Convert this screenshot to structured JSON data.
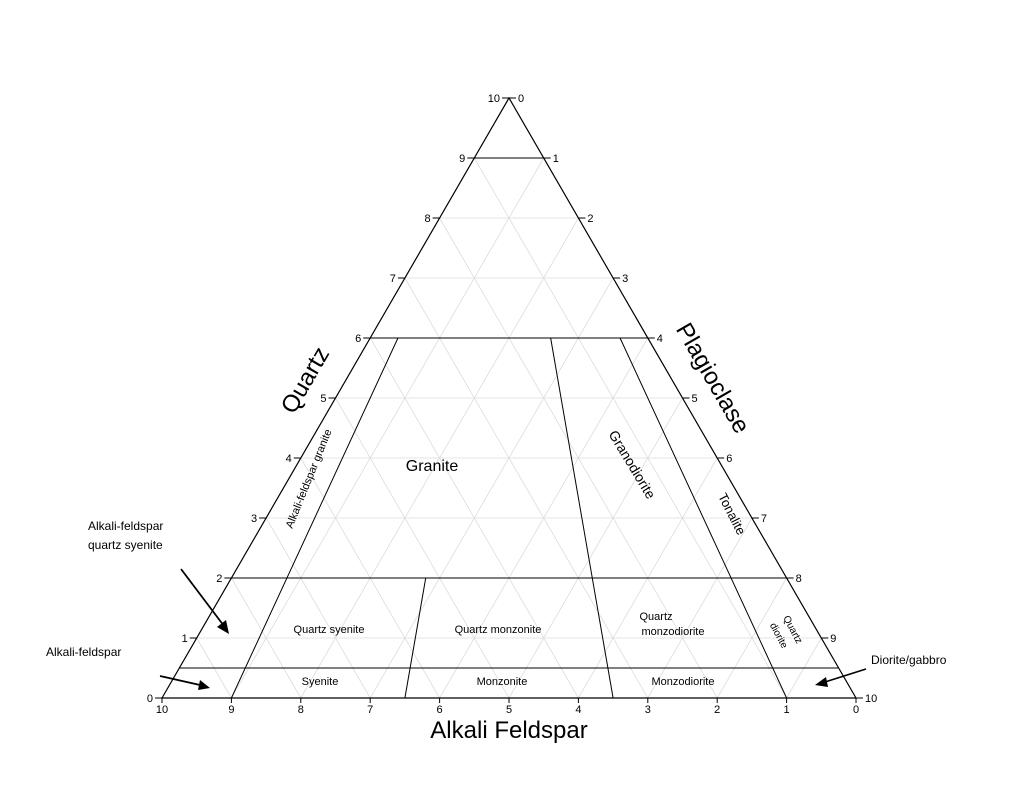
{
  "diagram": {
    "axes": {
      "quartz_label": "Quartz",
      "plagioclase_label": "Plagioclase",
      "alkali_label": "Alkali Feldspar",
      "left_ticks": [
        "0",
        "1",
        "2",
        "3",
        "4",
        "5",
        "6",
        "7",
        "8",
        "9",
        "10"
      ],
      "right_ticks": [
        "0",
        "1",
        "2",
        "3",
        "4",
        "5",
        "6",
        "7",
        "8",
        "9",
        "10"
      ],
      "bottom_ticks": [
        "10",
        "9",
        "8",
        "7",
        "6",
        "5",
        "4",
        "3",
        "2",
        "1",
        "0"
      ]
    },
    "regions": {
      "granite": "Granite",
      "alkali_feldspar_granite": "Alkali-feldspar granite",
      "granodiorite": "Granodiorite",
      "tonalite": "Tonalite",
      "quartz_syenite": "Quartz syenite",
      "quartz_monzonite": "Quartz monzonite",
      "quartz_monzodiorite_1": "Quartz",
      "quartz_monzodiorite_2": "monzodiorite",
      "quartz_diorite_1": "Quartz",
      "quartz_diorite_2": "diorite",
      "syenite": "Syenite",
      "monzonite": "Monzonite",
      "monzodiorite": "Monzodiorite"
    },
    "outside_labels": {
      "afqs_1": "Alkali-feldspar",
      "afqs_2": "quartz syenite",
      "alkali_feldspar": "Alkali-feldspar",
      "diorite_gabbro": "Diorite/gabbro"
    }
  }
}
